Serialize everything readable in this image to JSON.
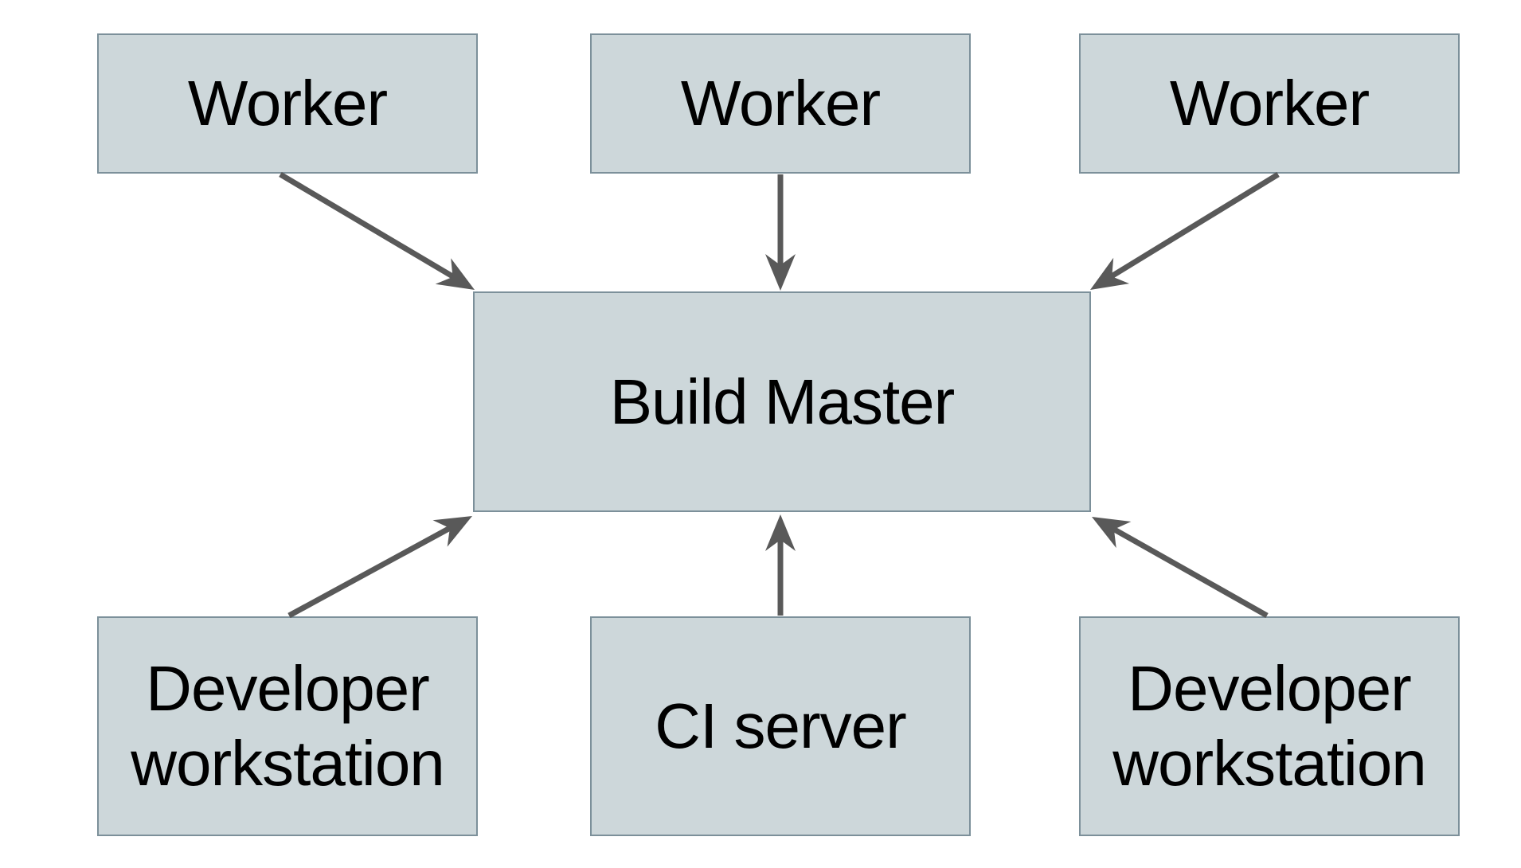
{
  "diagram": {
    "nodes": [
      {
        "id": "worker-1",
        "label": "Worker"
      },
      {
        "id": "worker-2",
        "label": "Worker"
      },
      {
        "id": "worker-3",
        "label": "Worker"
      },
      {
        "id": "build-master",
        "label": "Build Master"
      },
      {
        "id": "developer-workstation-1",
        "label": "Developer workstation"
      },
      {
        "id": "ci-server",
        "label": "CI server"
      },
      {
        "id": "developer-workstation-2",
        "label": "Developer workstation"
      }
    ],
    "edges": [
      {
        "from": "worker-1",
        "to": "build-master"
      },
      {
        "from": "worker-2",
        "to": "build-master"
      },
      {
        "from": "worker-3",
        "to": "build-master"
      },
      {
        "from": "developer-workstation-1",
        "to": "build-master"
      },
      {
        "from": "ci-server",
        "to": "build-master"
      },
      {
        "from": "developer-workstation-2",
        "to": "build-master"
      }
    ],
    "colors": {
      "background": "#ffffff",
      "node_fill": "#cdd7da",
      "node_border": "#7c909a",
      "arrow": "#595959",
      "text": "#000000"
    }
  }
}
